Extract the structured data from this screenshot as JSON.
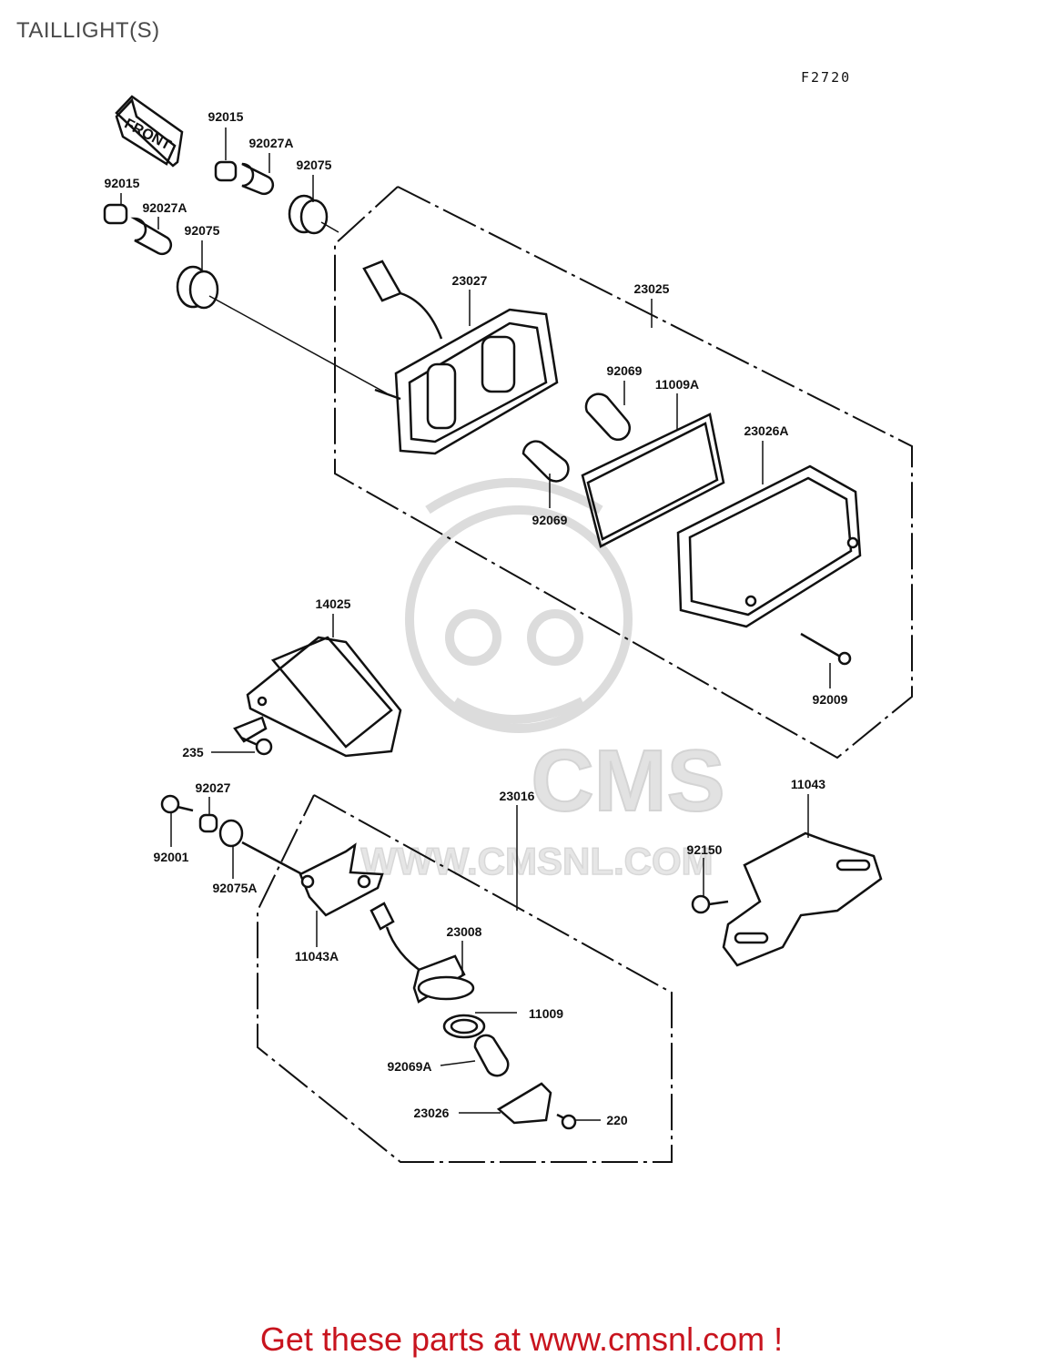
{
  "header": {
    "title": "TAILLIGHT(S)",
    "figure_code": "F2720"
  },
  "front_arrow": {
    "label": "FRONT",
    "icon": "front-arrow-icon"
  },
  "watermark": {
    "brand": "CMS",
    "site": "WWW.CMSNL.COM"
  },
  "parts": [
    {
      "id": "p1",
      "number": "92015"
    },
    {
      "id": "p2",
      "number": "92027A"
    },
    {
      "id": "p3",
      "number": "92075"
    },
    {
      "id": "p4",
      "number": "92015"
    },
    {
      "id": "p5",
      "number": "92027A"
    },
    {
      "id": "p6",
      "number": "92075"
    },
    {
      "id": "p7",
      "number": "23027"
    },
    {
      "id": "p8",
      "number": "23025"
    },
    {
      "id": "p9",
      "number": "92069"
    },
    {
      "id": "p10",
      "number": "11009A"
    },
    {
      "id": "p11",
      "number": "23026A"
    },
    {
      "id": "p12",
      "number": "92069"
    },
    {
      "id": "p13",
      "number": "14025"
    },
    {
      "id": "p14",
      "number": "92009"
    },
    {
      "id": "p15",
      "number": "235"
    },
    {
      "id": "p16",
      "number": "92027"
    },
    {
      "id": "p17",
      "number": "23016"
    },
    {
      "id": "p18",
      "number": "11043"
    },
    {
      "id": "p19",
      "number": "92001"
    },
    {
      "id": "p20",
      "number": "92150"
    },
    {
      "id": "p21",
      "number": "92075A"
    },
    {
      "id": "p22",
      "number": "11043A"
    },
    {
      "id": "p23",
      "number": "23008"
    },
    {
      "id": "p24",
      "number": "11009"
    },
    {
      "id": "p25",
      "number": "92069A"
    },
    {
      "id": "p26",
      "number": "23026"
    },
    {
      "id": "p27",
      "number": "220"
    }
  ],
  "footer": {
    "text": "Get these parts at www.cmsnl.com !"
  },
  "colors": {
    "footer_text": "#c8141e",
    "line": "#111111",
    "watermark": "#d9d9d9"
  }
}
